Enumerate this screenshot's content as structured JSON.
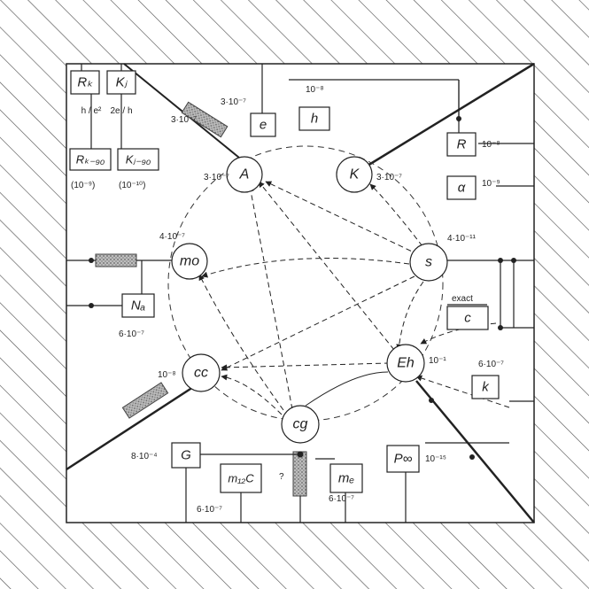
{
  "constants": {
    "A": {
      "symbol": "A",
      "uncertainty": "3·10⁻⁷"
    },
    "K": {
      "symbol": "K",
      "uncertainty": "3·10⁻⁷"
    },
    "mo": {
      "symbol": "mo",
      "uncertainty": "4·10⁻⁷"
    },
    "s": {
      "symbol": "s",
      "uncertainty": "4·10⁻¹¹"
    },
    "cc": {
      "symbol": "cc",
      "uncertainty": "10⁻⁸"
    },
    "Eh": {
      "symbol": "Eh",
      "uncertainty": "10⁻¹"
    },
    "cg": {
      "symbol": "cg",
      "uncertainty": "?"
    }
  },
  "boxes": {
    "RK": {
      "symbol": "Rₖ"
    },
    "KJ": {
      "symbol": "Kⱼ"
    },
    "RK90": {
      "symbol": "Rₖ₋₉₀",
      "uncertainty": "(10⁻⁹)"
    },
    "KJ90": {
      "symbol": "Kⱼ₋₉₀",
      "uncertainty": "(10⁻¹⁰)"
    },
    "e": {
      "symbol": "e",
      "uncertainty": "3·10⁻⁷"
    },
    "h": {
      "symbol": "h",
      "uncertainty": "10⁻⁸"
    },
    "R": {
      "symbol": "R",
      "uncertainty": "10⁻⁸"
    },
    "alpha": {
      "symbol": "α",
      "uncertainty": "10⁻⁹"
    },
    "NA": {
      "symbol": "Nₐ",
      "uncertainty": "6·10⁻⁷"
    },
    "c": {
      "symbol": "c",
      "note": "exact"
    },
    "k": {
      "symbol": "k",
      "uncertainty": "6·10⁻⁷"
    },
    "G": {
      "symbol": "G",
      "uncertainty": "8·10⁻⁴"
    },
    "m12C": {
      "symbol": "m₁₂C",
      "uncertainty": "6·10⁻⁷"
    },
    "me": {
      "symbol": "mₑ",
      "uncertainty": "6·10⁻⁷"
    },
    "Pinf": {
      "symbol": "P∞",
      "uncertainty": "10⁻¹⁵"
    }
  },
  "conversions": {
    "h_over_e2": "h / e²",
    "two_e_over_h": "2e / h"
  },
  "extra_labels": {
    "kilogram_link": "3·10⁻⁷"
  }
}
